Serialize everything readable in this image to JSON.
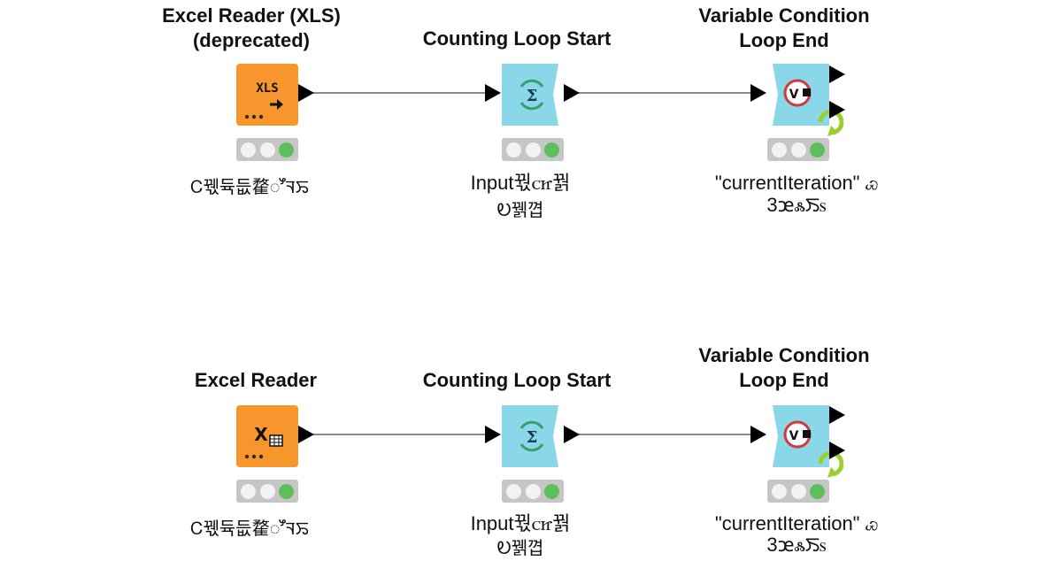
{
  "rows": [
    {
      "reader_title": "Excel Reader (XLS)\n(deprecated)",
      "reader_icon_text": "XLS",
      "reader_desc": "Ꮯ꿳듁듮䨁ꯧꯜꯢ",
      "loop_start_title": "Counting Loop Start",
      "loop_start_desc_line1": "Input꿗ꮯꮵ꿝",
      "loop_start_desc_line2": "Ꭷ꿹꼅",
      "loop_end_title": "Variable Condition\nLoop End",
      "loop_end_desc_line1": "\"currentIteration\" ꮿ",
      "loop_end_desc_line2": "3ꭢꮬꯏꮪ"
    },
    {
      "reader_title": "Excel Reader",
      "reader_icon_text": "X",
      "reader_desc": "Ꮯ꿳듁듮䨁ꯧꯜꯢ",
      "loop_start_title": "Counting Loop Start",
      "loop_start_desc_line1": "Input꿗ꮯꮵ꿝",
      "loop_start_desc_line2": "Ꭷ꿹꼅",
      "loop_end_title": "Variable Condition\nLoop End",
      "loop_end_desc_line1": "\"currentIteration\" ꮿ",
      "loop_end_desc_line2": "3ꭢꮬꯏꮪ"
    }
  ],
  "colors": {
    "reader_orange": "#f7962d",
    "loop_blue": "#8bd7ea",
    "wire_gray": "#8a8a8a",
    "status_green": "#5cbf5c",
    "status_panel": "#c6c6c6",
    "loop_arrow_green": "#9fcc2e"
  },
  "icons": [
    "xls-icon",
    "excel-table-icon",
    "sigma-loop-icon",
    "variable-condition-icon",
    "loop-cycle-icon",
    "output-port-icon"
  ]
}
